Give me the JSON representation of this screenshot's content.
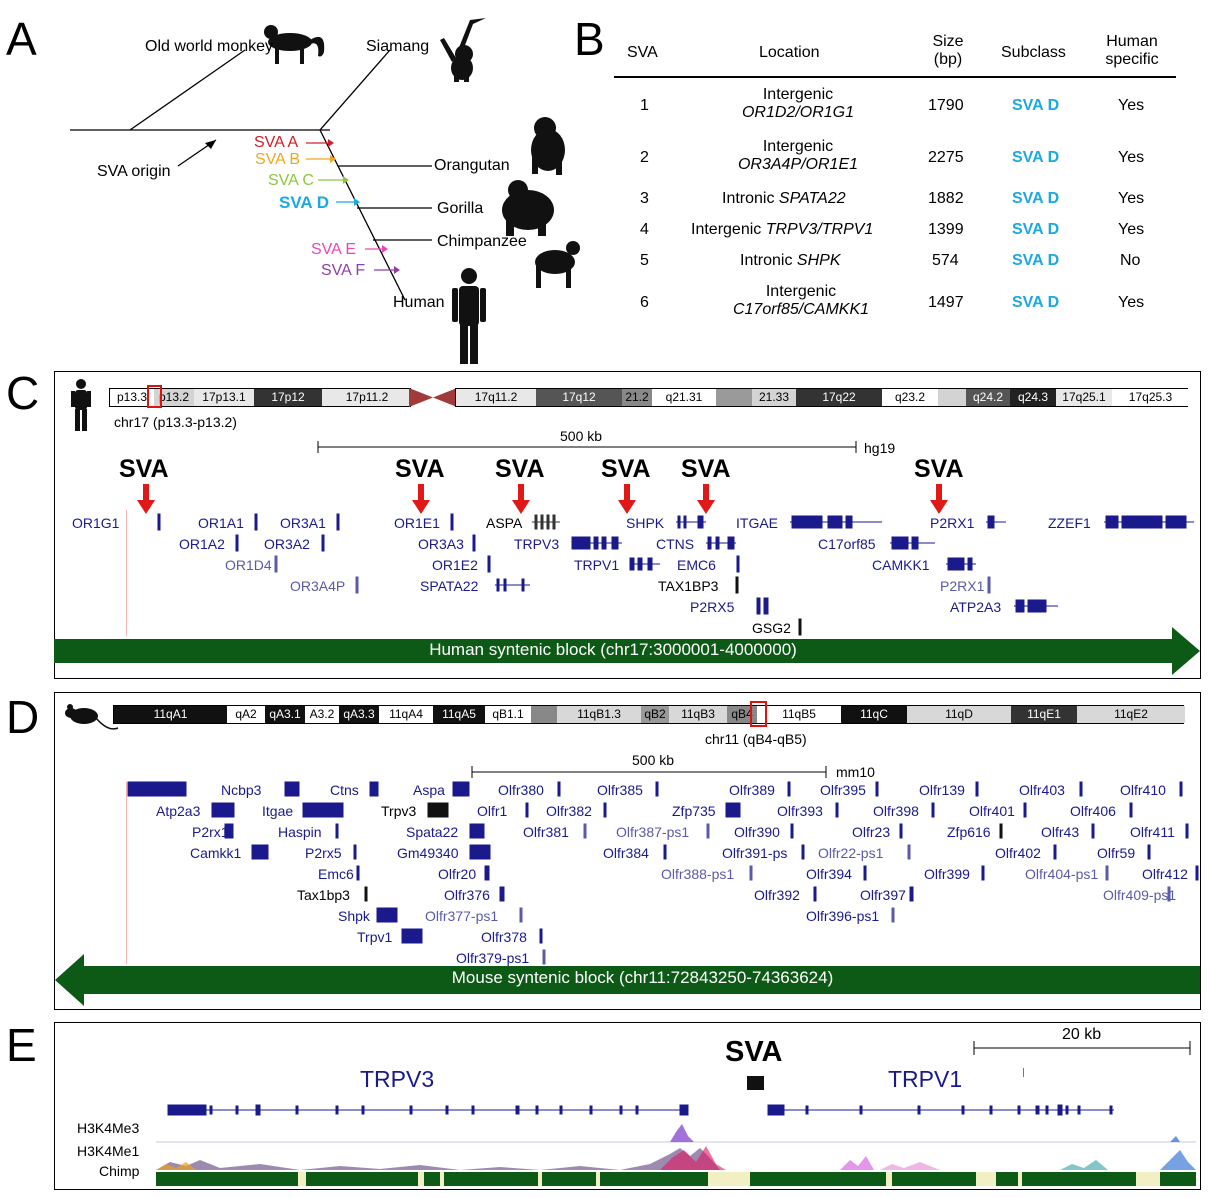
{
  "panel_labels": [
    "A",
    "B",
    "C",
    "D",
    "E"
  ],
  "panelA": {
    "old_world_monkey": "Old world monkey",
    "siamang": "Siamang",
    "orangutan": "Orangutan",
    "gorilla": "Gorilla",
    "chimpanzee": "Chimpanzee",
    "human": "Human",
    "origin": "SVA origin",
    "subfamilies": [
      {
        "label": "SVA A",
        "color": "#d0202a"
      },
      {
        "label": "SVA B",
        "color": "#f3a61c"
      },
      {
        "label": "SVA C",
        "color": "#8ec641"
      },
      {
        "label": "SVA D",
        "color": "#1ba9e0"
      },
      {
        "label": "SVA E",
        "color": "#ec45b9"
      },
      {
        "label": "SVA F",
        "color": "#8e3fa8"
      }
    ]
  },
  "panelB": {
    "headers": {
      "sva": "SVA",
      "location": "Location",
      "size1": "Size",
      "size2": "(bp)",
      "subclass": "Subclass",
      "hs1": "Human",
      "hs2": "specific"
    },
    "rows": [
      {
        "id": "1",
        "loc1": "Intergenic",
        "loc2": "OR1D2/OR1G1",
        "size": "1790",
        "subclass": "SVA D",
        "hs": "Yes"
      },
      {
        "id": "2",
        "loc1": "Intergenic",
        "loc2": "OR3A4P/OR1E1",
        "size": "2275",
        "subclass": "SVA D",
        "hs": "Yes"
      },
      {
        "id": "3",
        "loc1": "Intronic ",
        "loc2": "SPATA22",
        "size": "1882",
        "subclass": "SVA D",
        "hs": "Yes"
      },
      {
        "id": "4",
        "loc1": "Intergenic ",
        "loc2": "TRPV3/TRPV1",
        "size": "1399",
        "subclass": "SVA D",
        "hs": "Yes"
      },
      {
        "id": "5",
        "loc1": "Intronic ",
        "loc2": "SHPK",
        "size": "574",
        "subclass": "SVA D",
        "hs": "No"
      },
      {
        "id": "6",
        "loc1": "Intergenic",
        "loc2": "C17orf85/CAMKK1",
        "size": "1497",
        "subclass": "SVA D",
        "hs": "Yes"
      }
    ]
  },
  "panelC": {
    "bands": [
      "p13.3",
      "p13.2",
      "17p13.1",
      "17p12",
      "17p11.2",
      "17q11.2",
      "17q12",
      "21.2",
      "q21.31",
      "21.33",
      "17q22",
      "q23.2",
      "q24.2",
      "q24.3",
      "17q25.1",
      "17q25.3"
    ],
    "chrom_label": "chr17 (p13.3-p13.2)",
    "scale_label": "500 kb",
    "assembly": "hg19",
    "sva_label": "SVA",
    "genes": [
      "OR1G1",
      "OR1A1",
      "OR3A1",
      "OR1A2",
      "OR3A2",
      "OR1D4",
      "OR3A4P",
      "OR1E1",
      "ASPA",
      "OR3A3",
      "TRPV3",
      "OR1E2",
      "SPATA22",
      "SHPK",
      "CTNS",
      "TRPV1",
      "EMC6",
      "TAX1BP3",
      "P2RX5",
      "GSG2",
      "ITGAE",
      "C17orf85",
      "CAMKK1",
      "P2RX1",
      "P2RX1",
      "ATP2A3",
      "ZZEF1"
    ],
    "block_label": "Human syntenic block (chr17:3000001-4000000)"
  },
  "panelD": {
    "bands": [
      "11qA1",
      "qA2",
      "qA3.1",
      "A3.2",
      "qA3.3",
      "11qA4",
      "11qA5",
      "qB1.1",
      "11qB1.3",
      "qB2",
      "11qB3",
      "qB4",
      "11qB5",
      "11qC",
      "11qD",
      "11qE1",
      "11qE2"
    ],
    "chrom_label": "chr11 (qB4-qB5)",
    "scale_label": "500 kb",
    "assembly": "mm10",
    "genes": [
      "Ncbp3",
      "Ctns",
      "Aspa",
      "Atp2a3",
      "Itgae",
      "Trpv3",
      "P2rx1",
      "Haspin",
      "Spata22",
      "Camkk1",
      "P2rx5",
      "Gm49340",
      "Emc6",
      "Olfr20",
      "Tax1bp3",
      "Olfr376",
      "Shpk",
      "Olfr377-ps1",
      "Trpv1",
      "Olfr378",
      "Olfr379-ps1",
      "Olfr380",
      "Olfr385",
      "Olfr1",
      "Olfr382",
      "Olfr381",
      "Olfr387-ps1",
      "Olfr384",
      "Olfr388-ps1",
      "Olfr389",
      "Olfr395",
      "Zfp735",
      "Olfr393",
      "Olfr390",
      "Olfr391-ps",
      "Olfr22-ps1",
      "Olfr392",
      "Olfr394",
      "Olfr396-ps1",
      "Olfr397",
      "Olfr139",
      "Olfr398",
      "Olfr23",
      "Olfr399",
      "Olfr403",
      "Olfr401",
      "Zfp616",
      "Olfr402",
      "Olfr410",
      "Olfr406",
      "Olfr43",
      "Olfr411",
      "Olfr59",
      "Olfr404-ps1",
      "Olfr412",
      "Olfr409-ps1"
    ],
    "block_label": "Mouse syntenic block (chr11:72843250-74363624)"
  },
  "panelE": {
    "scale_label": "20 kb",
    "sva_label": "SVA",
    "gene_left": "TRPV3",
    "gene_right": "TRPV1",
    "tracks": [
      "H3K4Me3",
      "H3K4Me1",
      "Chimp"
    ]
  }
}
